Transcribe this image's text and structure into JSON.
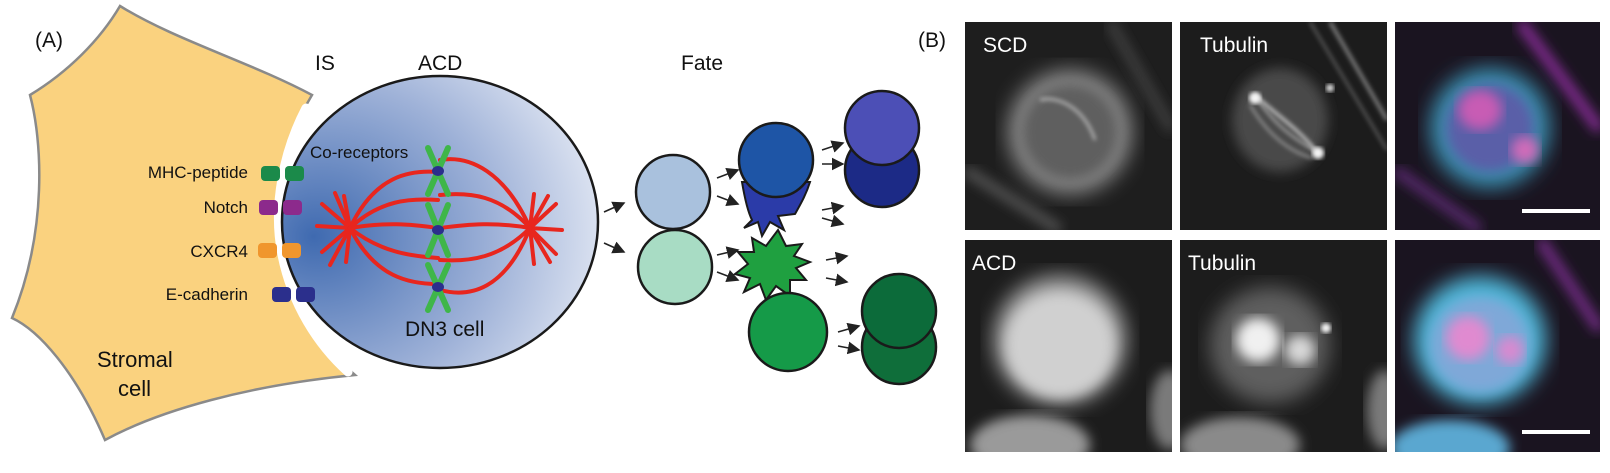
{
  "panel_a": {
    "label": "(A)",
    "stromal_cell": {
      "line1": "Stromal",
      "line2": "cell"
    },
    "headers": {
      "is": "IS",
      "acd": "ACD",
      "fate": "Fate"
    },
    "receptors": [
      "MHC-peptide",
      "Notch",
      "CXCR4",
      "E-cadherin"
    ],
    "co_receptors": "Co-receptors",
    "dn3_cell": "DN3 cell"
  },
  "panel_b": {
    "label": "(B)",
    "row_top": {
      "mode": "SCD",
      "stain": "Tubulin"
    },
    "row_bottom": {
      "mode": "ACD",
      "stain": "Tubulin"
    }
  },
  "colors": {
    "stromal": "#fad27f",
    "dn3_dark": "#3f6db4",
    "spindle": "#e8261e",
    "chromosome": "#3fb649",
    "mhc": "#1b8a4a",
    "notch": "#8c2a8c",
    "cxcr4": "#f0962d",
    "ecadherin": "#2b2f8c"
  }
}
